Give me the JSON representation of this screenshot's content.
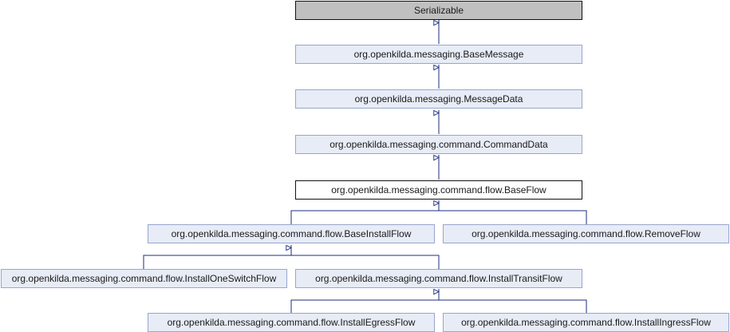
{
  "nodes": {
    "serializable": "Serializable",
    "base_message": "org.openkilda.messaging.BaseMessage",
    "message_data": "org.openkilda.messaging.MessageData",
    "command_data": "org.openkilda.messaging.command.CommandData",
    "base_flow": "org.openkilda.messaging.command.flow.BaseFlow",
    "base_install_flow": "org.openkilda.messaging.command.flow.BaseInstallFlow",
    "remove_flow": "org.openkilda.messaging.command.flow.RemoveFlow",
    "install_one_switch_flow": "org.openkilda.messaging.command.flow.InstallOneSwitchFlow",
    "install_transit_flow": "org.openkilda.messaging.command.flow.InstallTransitFlow",
    "install_egress_flow": "org.openkilda.messaging.command.flow.InstallEgressFlow",
    "install_ingress_flow": "org.openkilda.messaging.command.flow.InstallIngressFlow"
  },
  "colors": {
    "node_fill": "#e7ecf6",
    "node_border": "#97a6cf",
    "root_fill": "#c0c0c0",
    "focus_fill": "#ffffff",
    "edge": "#1c2d7e"
  }
}
